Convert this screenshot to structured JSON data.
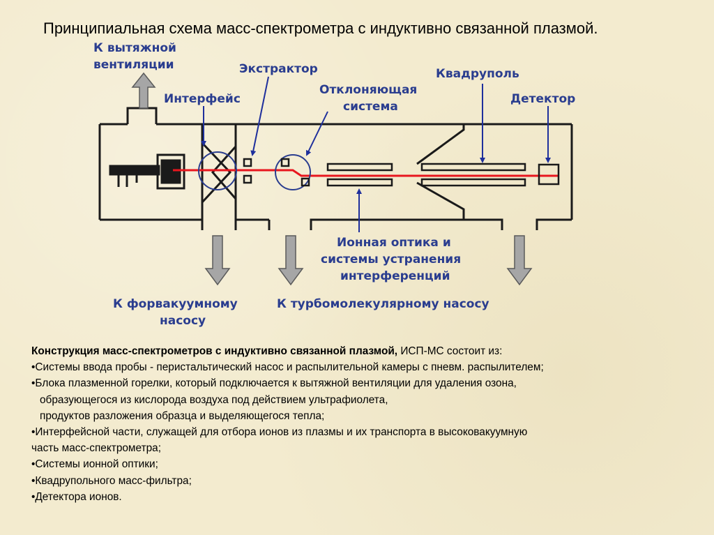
{
  "title": "Принципиальная схема масс-спектрометра с индуктивно связанной плазмой.",
  "diagram": {
    "labels": {
      "ventilation_1": "К вытяжной",
      "ventilation_2": "вентиляции",
      "interface": "Интерфейс",
      "extractor": "Экстрактор",
      "deflection_1": "Отклоняющая",
      "deflection_2": "система",
      "quadrupole": "Квадруполь",
      "detector": "Детектор",
      "ion_optics_1": "Ионная оптика и",
      "ion_optics_2": "системы устранения",
      "ion_optics_3": "интерференций",
      "forepump_1": "К форвакуумному",
      "forepump_2": "насосу",
      "turbopump": "К турбомолекулярному насосу"
    },
    "colors": {
      "label": "#2a3d8f",
      "beam": "#e8161e",
      "pointer": "#1e2f9c",
      "arrow_fill": "#a6a6a6",
      "structure": "#1a1a1a"
    }
  },
  "body": {
    "heading_bold": "Конструкция масс-спектрометров с индуктивно связанной плазмой,",
    "heading_rest": " ИСП-МС состоит из:",
    "lines": [
      "•Системы ввода пробы - перистальтический насос и распылительной камеры с пневм. распылителем;",
      "•Блока плазменной горелки, который подключается к вытяжной вентиляции для удаления озона,",
      "образующегося из кислорода воздуха под действием ультрафиолета,",
      "продуктов разложения образца и выделяющегося тепла;",
      "•Интерфейсной части, служащей для отбора ионов из плазмы и их транспорта в высоковакуумную",
      "часть масс-спектрометра;",
      "•Системы ионной оптики;",
      "•Квадрупольного масс-фильтра;",
      "•Детектора ионов."
    ]
  }
}
